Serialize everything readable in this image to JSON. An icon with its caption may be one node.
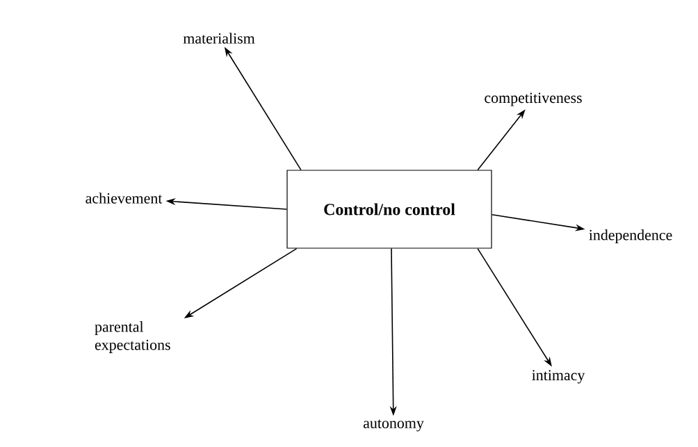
{
  "diagram": {
    "nodes": [
      {
        "text": [
          "Control/no control"
        ]
      },
      {
        "text": [
          "materialism"
        ]
      },
      {
        "text": [
          "competitiveness"
        ]
      },
      {
        "text": [
          "achievement"
        ]
      },
      {
        "text": [
          "independence"
        ]
      },
      {
        "text": [
          "parental expectations"
        ]
      },
      {
        "text": [
          "intimacy"
        ]
      },
      {
        "text": [
          "autonomy"
        ]
      }
    ],
    "edges": [
      {
        "from": 0,
        "to": 1,
        "arrow": "to"
      },
      {
        "from": 0,
        "to": 2,
        "arrow": "to"
      },
      {
        "from": 0,
        "to": 3,
        "arrow": "to"
      },
      {
        "from": 0,
        "to": 4,
        "arrow": "to"
      },
      {
        "from": 0,
        "to": 5,
        "arrow": "to"
      },
      {
        "from": 0,
        "to": 6,
        "arrow": "to"
      },
      {
        "from": 0,
        "to": 7,
        "arrow": "to"
      }
    ]
  }
}
